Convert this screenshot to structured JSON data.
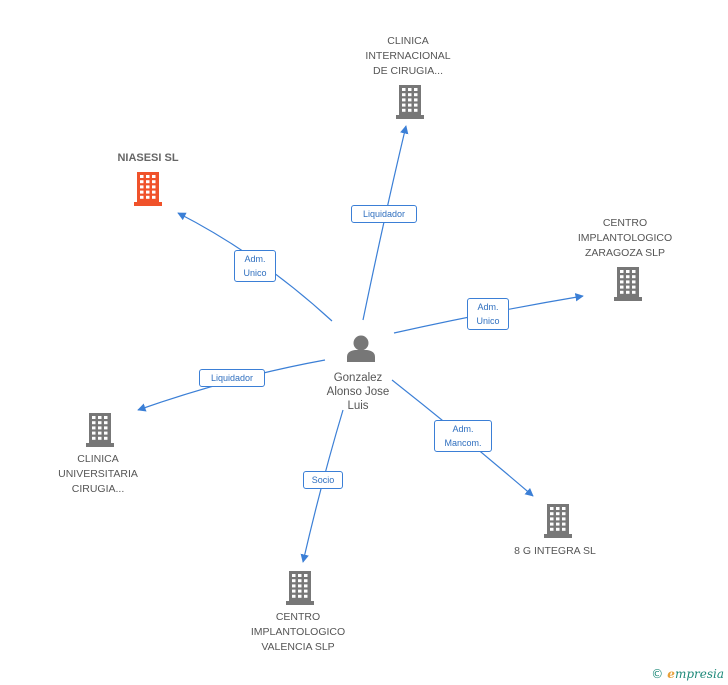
{
  "center": {
    "name": "Gonzalez\nAlonso Jose\nLuis"
  },
  "nodes": [
    {
      "id": "niasesi",
      "label": "NIASESI SL",
      "main": true
    },
    {
      "id": "clinica-internacional",
      "label": "CLINICA\nINTERNACIONAL\nDE CIRUGIA..."
    },
    {
      "id": "centro-zaragoza",
      "label": "CENTRO\nIMPLANTOLOGICO\nZARAGOZA SLP"
    },
    {
      "id": "clinica-universitaria",
      "label": "CLINICA\nUNIVERSITARIA\nCIRUGIA..."
    },
    {
      "id": "centro-valencia",
      "label": "CENTRO\nIMPLANTOLOGICO\nVALENCIA  SLP"
    },
    {
      "id": "8g-integra",
      "label": "8 G INTEGRA  SL"
    }
  ],
  "edges": [
    {
      "to": "niasesi",
      "label": "Adm.\nUnico"
    },
    {
      "to": "clinica-internacional",
      "label": "Liquidador"
    },
    {
      "to": "centro-zaragoza",
      "label": "Adm.\nUnico"
    },
    {
      "to": "clinica-universitaria",
      "label": "Liquidador"
    },
    {
      "to": "centro-valencia",
      "label": "Socio"
    },
    {
      "to": "8g-integra",
      "label": "Adm.\nMancom."
    }
  ],
  "colors": {
    "edge": "#3b7fd6",
    "building": "#777777",
    "building_main": "#f0522a",
    "person": "#777777"
  },
  "footer": {
    "copyright": "©",
    "brand_initial": "e",
    "brand_rest": "mpresia"
  }
}
